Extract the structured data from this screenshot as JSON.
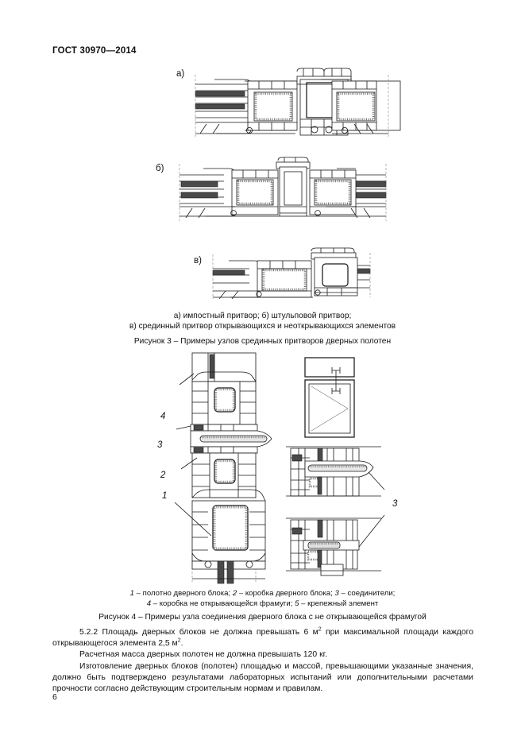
{
  "document": {
    "standard_header": "ГОСТ 30970—2014",
    "page_number": "6"
  },
  "figure3": {
    "part_labels": [
      "а)",
      "б)",
      "в)"
    ],
    "caption_line1": "а) импостный притвор; б) штульповой притвор;",
    "caption_line2": "в) срединный притвор открывающихся и неоткрывающихся элементов",
    "caption_title": "Рисунок 3 – Примеры узлов срединных притворов дверных полотен"
  },
  "figure4": {
    "callouts": [
      "4",
      "3",
      "2",
      "1",
      "3"
    ],
    "legend_line1_a": "1",
    "legend_line1_b": " – полотно дверного блока; ",
    "legend_line1_c": "2",
    "legend_line1_d": " – коробка дверного блока; ",
    "legend_line1_e": "3",
    "legend_line1_f": " – соединители;",
    "legend_line2_a": "4",
    "legend_line2_b": " – коробка не открывающейся фрамуги; ",
    "legend_line2_c": "5",
    "legend_line2_d": " – крепежный элемент",
    "caption_title": "Рисунок 4 – Примеры узла соединения дверного блока с не открывающейся фрамугой"
  },
  "body": {
    "p1_pre": "5.2.2 Площадь дверных блоков не должна превышать 6 м",
    "p1_sup1": "2",
    "p1_mid": " при максимальной площади каждого открывающегося элемента 2,5 м",
    "p1_sup2": "2",
    "p1_end": ".",
    "p2": "Расчетная масса дверных полотен не должна превышать 120 кг.",
    "p3": "Изготовление дверных блоков (полотен) площадью и массой, превышающими указанные значения, должно быть подтверждено результатами лабораторных испытаний или дополнительными расчетами прочности согласно действующим строительным нормам и правилам."
  }
}
